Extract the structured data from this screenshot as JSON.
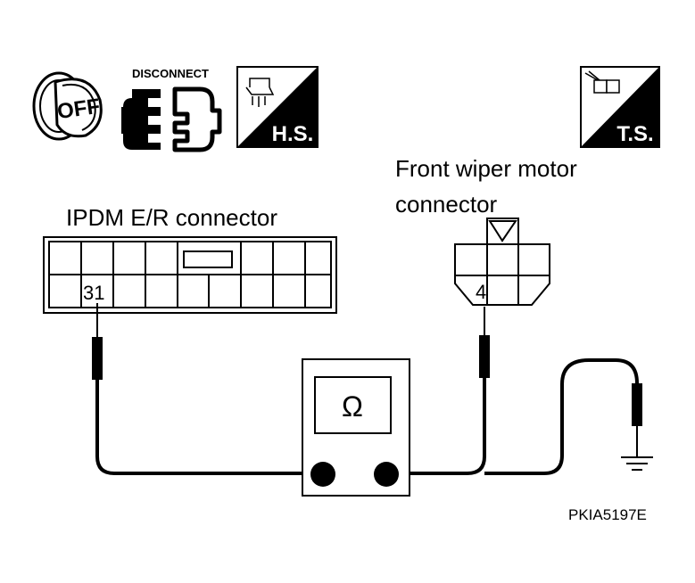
{
  "icons": {
    "ignition": {
      "name": "ignition-off-icon",
      "text": "OFF"
    },
    "disconnect": {
      "name": "disconnect-icon",
      "text": "DISCONNECT"
    },
    "harness_side": {
      "name": "harness-side-icon",
      "text": "H.S."
    },
    "terminal_side": {
      "name": "terminal-side-icon",
      "text": "T.S."
    }
  },
  "labels": {
    "ipdm_connector": "IPDM E/R connector",
    "wiper_line1": "Front wiper motor",
    "wiper_line2": "connector",
    "ipdm_terminal": "31",
    "wiper_terminal": "4",
    "ohm_symbol": "Ω",
    "figure_code": "PKIA5197E"
  },
  "colors": {
    "ink": "#000000",
    "paper": "#ffffff"
  }
}
